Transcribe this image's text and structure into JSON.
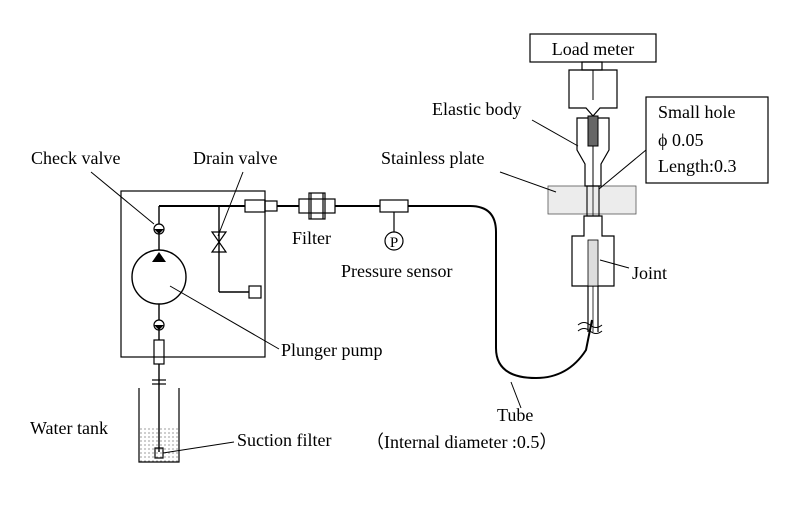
{
  "labels": {
    "load_meter": "Load meter",
    "elastic_body": "Elastic body",
    "small_hole_title": "Small hole",
    "small_hole_diameter": "ϕ 0.05",
    "small_hole_length": "Length:0.3",
    "check_valve": "Check valve",
    "drain_valve": "Drain valve",
    "stainless_plate": "Stainless plate",
    "filter": "Filter",
    "pressure_sensor": "Pressure sensor",
    "pressure_symbol": "P",
    "joint": "Joint",
    "plunger_pump": "Plunger pump",
    "water_tank": "Water tank",
    "suction_filter": "Suction filter",
    "tube": "Tube",
    "tube_spec": "（Internal diameter :0.5）"
  },
  "colors": {
    "line": "#000000",
    "plate_fill": "#e8e8e8",
    "body_fill": "#d9d9d9",
    "hole_fill": "#555555",
    "water_fill": "#f0f0f0"
  }
}
